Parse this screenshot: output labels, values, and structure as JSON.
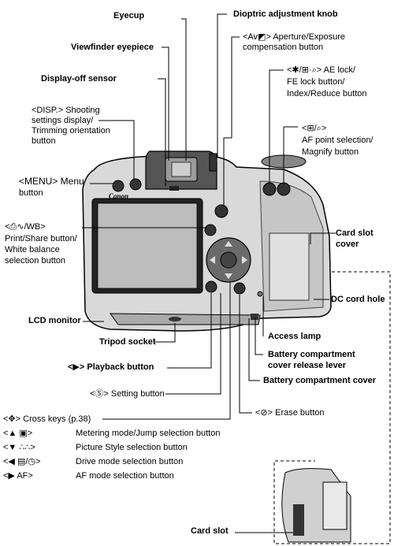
{
  "brand": "Canon",
  "labels": {
    "eyecup": "Eyecup",
    "dioptric": "Dioptric adjustment knob",
    "viewfinder": "Viewfinder eyepiece",
    "aperture_l1": "<Av◩> Aperture/Exposure",
    "aperture_l2": "compensation button",
    "display_off": "Display-off sensor",
    "ae_l1": "<✱/⊞·⌕> AE lock/",
    "ae_l2": "FE lock button/",
    "ae_l3": "Index/Reduce button",
    "disp_l1": "<DISP.> Shooting",
    "disp_l2": "settings display/",
    "disp_l3": "Trimming orientation",
    "disp_l4": "button",
    "af_point_l1": "<⊞/⌕>",
    "af_point_l2": "AF point selection/",
    "af_point_l3": "Magnify button",
    "menu_l1": "<MENU> Menu",
    "menu_l2": "button",
    "wb_l1": "<⎙∿/WB>",
    "wb_l2": "Print/Share button/",
    "wb_l3": "White balance",
    "wb_l4": "selection button",
    "card_cover_l1": "Card slot",
    "card_cover_l2": "cover",
    "dc_cord": "DC cord hole",
    "lcd": "LCD monitor",
    "access_lamp": "Access lamp",
    "tripod": "Tripod socket",
    "battery_lever_l1": "Battery compartment",
    "battery_lever_l2": "cover release lever",
    "playback": "<▶> Playback button",
    "battery_cover": "Battery compartment cover",
    "setting": "<Ⓢ> Setting button",
    "erase": "<⊘> Erase button",
    "card_slot": "Card slot"
  },
  "legend": [
    {
      "sym": "<✥> Cross keys (p.38)",
      "desc": ""
    },
    {
      "sym": "<▲ ▣>",
      "desc": "Metering mode/Jump selection button"
    },
    {
      "sym": "<▼ ∴∴>",
      "desc": "Picture Style selection button"
    },
    {
      "sym": "<◀ ▤/◷>",
      "desc": "Drive mode selection button"
    },
    {
      "sym": "<▶ AF>",
      "desc": "AF mode selection button"
    }
  ]
}
